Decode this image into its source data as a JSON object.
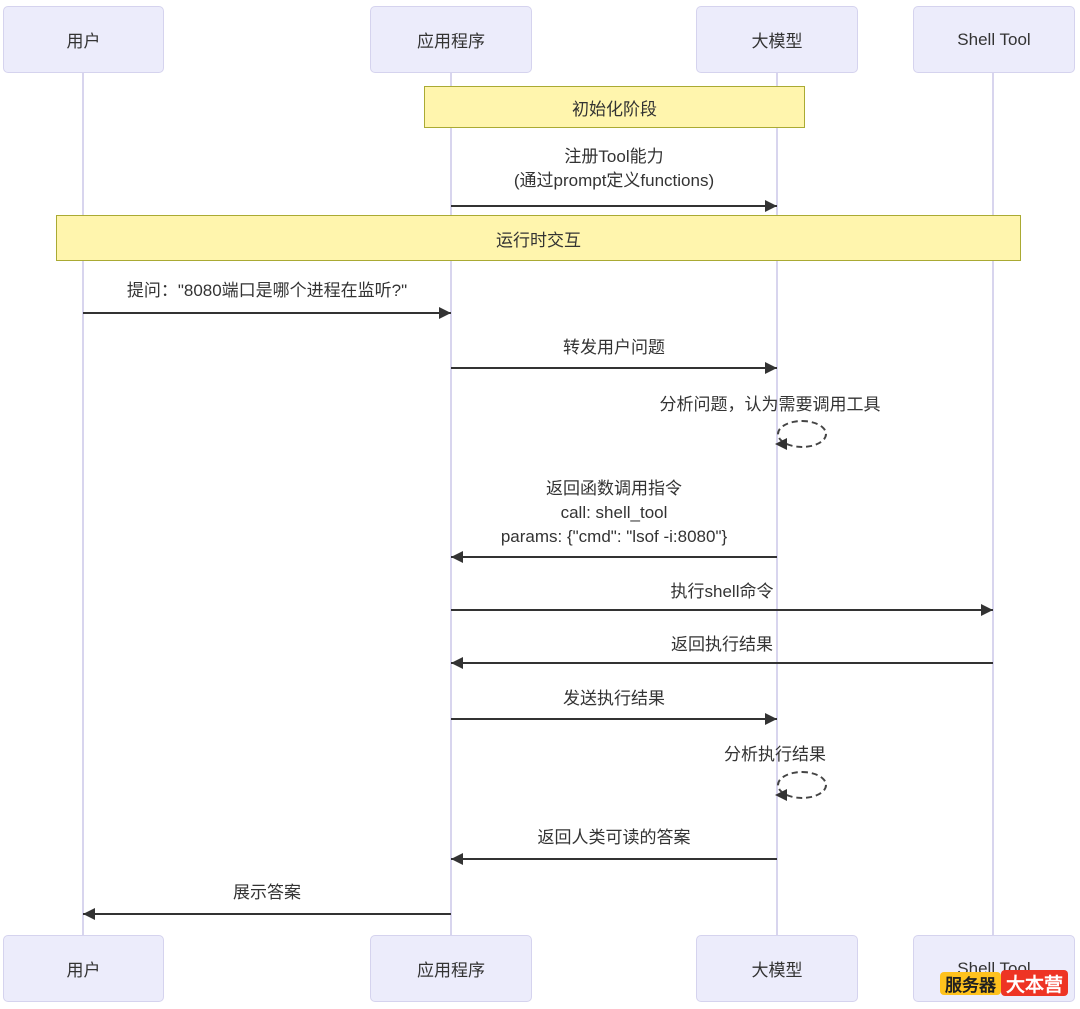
{
  "diagram": {
    "type": "sequence",
    "participants": [
      {
        "label": "用户"
      },
      {
        "label": "应用程序"
      },
      {
        "label": "大模型"
      },
      {
        "label": "Shell Tool"
      }
    ],
    "notes": [
      {
        "label": "初始化阶段",
        "over": "应用程序 大模型"
      },
      {
        "label": "运行时交互",
        "over": "用户 应用程序 大模型 Shell Tool"
      }
    ],
    "messages": [
      {
        "from": "应用程序",
        "to": "大模型",
        "lines": [
          "注册Tool能力",
          "(通过prompt定义functions)"
        ]
      },
      {
        "from": "用户",
        "to": "应用程序",
        "lines": [
          "提问：\"8080端口是哪个进程在监听?\""
        ]
      },
      {
        "from": "应用程序",
        "to": "大模型",
        "lines": [
          "转发用户问题"
        ]
      },
      {
        "from": "大模型",
        "to": "大模型",
        "self": true,
        "lines": [
          "分析问题，认为需要调用工具"
        ]
      },
      {
        "from": "大模型",
        "to": "应用程序",
        "lines": [
          "返回函数调用指令",
          "call: shell_tool",
          "params: {\"cmd\": \"lsof -i:8080\"}"
        ]
      },
      {
        "from": "应用程序",
        "to": "Shell Tool",
        "lines": [
          "执行shell命令"
        ]
      },
      {
        "from": "Shell Tool",
        "to": "应用程序",
        "lines": [
          "返回执行结果"
        ]
      },
      {
        "from": "应用程序",
        "to": "大模型",
        "lines": [
          "发送执行结果"
        ]
      },
      {
        "from": "大模型",
        "to": "大模型",
        "self": true,
        "lines": [
          "分析执行结果"
        ]
      },
      {
        "from": "大模型",
        "to": "应用程序",
        "lines": [
          "返回人类可读的答案"
        ]
      },
      {
        "from": "应用程序",
        "to": "用户",
        "lines": [
          "展示答案"
        ]
      }
    ],
    "watermark": {
      "left_badge": "服务器",
      "right_badge": "大本营"
    },
    "colors": {
      "actor_fill": "#ECECFB",
      "actor_border": "#D5D3EE",
      "lifeline": "#D8D5EE",
      "note_fill": "#FFF5AD",
      "note_border": "#AAAA33",
      "arrow": "#333333",
      "text": "#333333",
      "watermark_yellow": "#FFC21D",
      "watermark_red": "#EE3424"
    }
  }
}
